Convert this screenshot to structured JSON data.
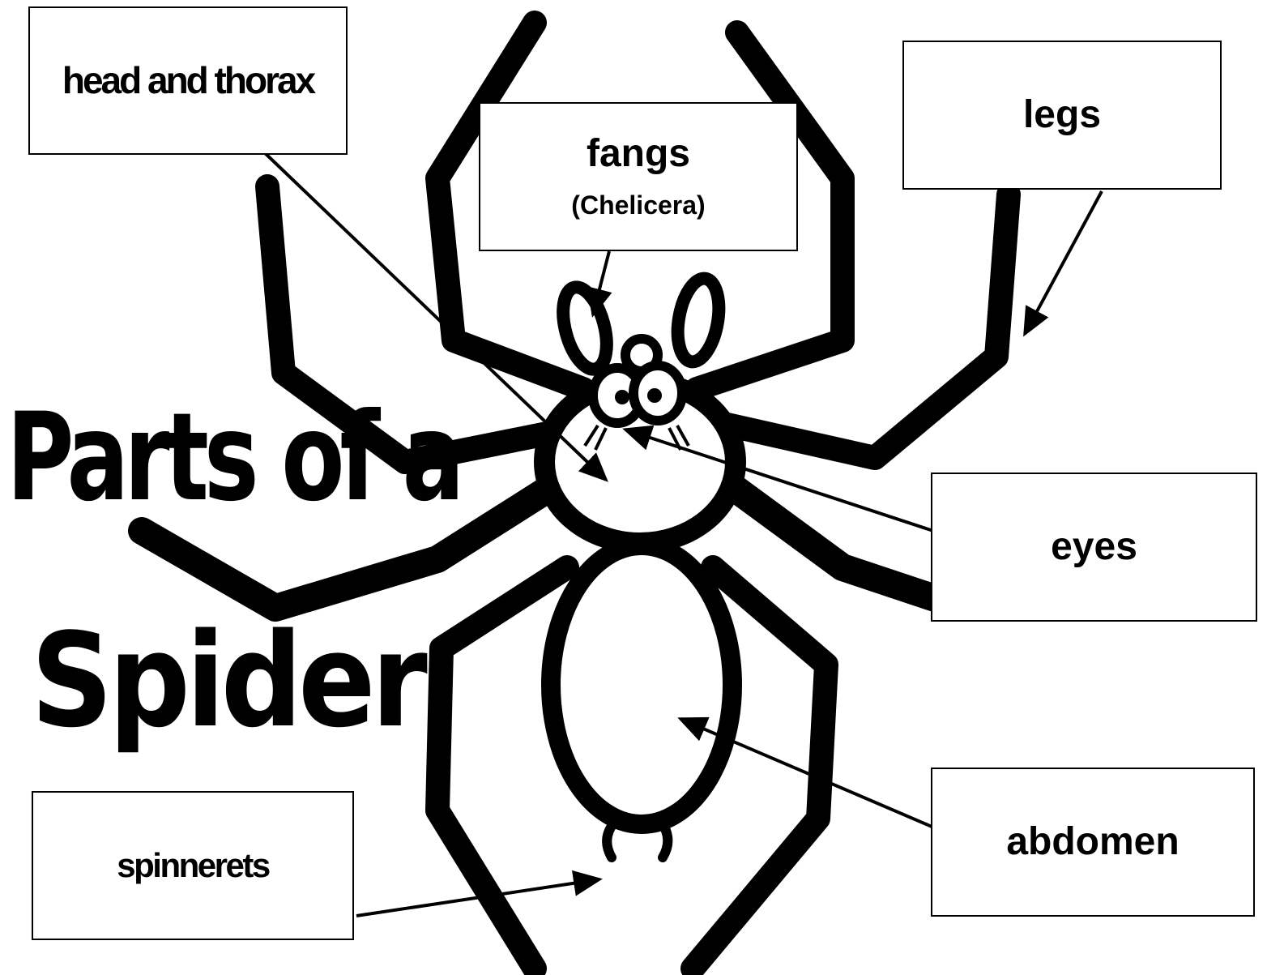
{
  "title": {
    "line1": "Parts of a",
    "line2": "Spider"
  },
  "labels": {
    "head_and_thorax": "head and thorax",
    "fangs": "fangs",
    "fangs_sub": "(Chelicera)",
    "legs": "legs",
    "eyes": "eyes",
    "abdomen": "abdomen",
    "spinnerets": "spinnerets"
  },
  "colors": {
    "ink": "#000000",
    "paper": "#ffffff"
  }
}
